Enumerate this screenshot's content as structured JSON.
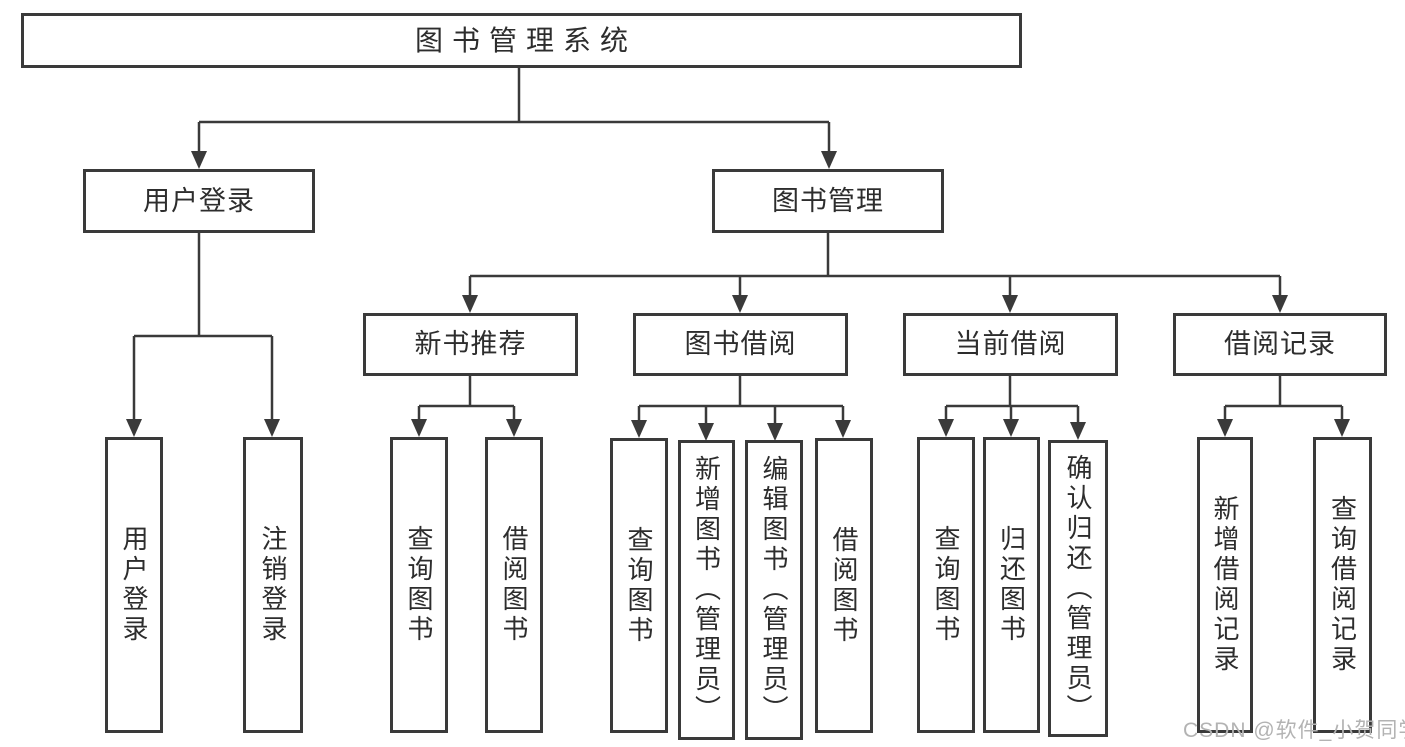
{
  "nodes": {
    "root": {
      "label": "图书管理系统"
    },
    "user_login": {
      "label": "用户登录"
    },
    "book_mgmt": {
      "label": "图书管理"
    },
    "new_book_rec": {
      "label": "新书推荐"
    },
    "book_borrow": {
      "label": "图书借阅"
    },
    "current_borrow": {
      "label": "当前借阅"
    },
    "borrow_record": {
      "label": "借阅记录"
    },
    "leaf_user_login": {
      "label": "用户登录"
    },
    "leaf_logout": {
      "label": "注销登录"
    },
    "leaf_query_book_1": {
      "label": "查询图书"
    },
    "leaf_borrow_book_1": {
      "label": "借阅图书"
    },
    "leaf_query_book_2": {
      "label": "查询图书"
    },
    "leaf_add_book": {
      "label": "新增图书（管理员）"
    },
    "leaf_edit_book": {
      "label": "编辑图书（管理员）"
    },
    "leaf_borrow_book_2": {
      "label": "借阅图书"
    },
    "leaf_query_book_3": {
      "label": "查询图书"
    },
    "leaf_return_book": {
      "label": "归还图书"
    },
    "leaf_confirm_return": {
      "label": "确认归还（管理员）"
    },
    "leaf_add_record": {
      "label": "新增借阅记录"
    },
    "leaf_query_record": {
      "label": "查询借阅记录"
    }
  },
  "hierarchy": {
    "图书管理系统": {
      "用户登录": [
        "用户登录",
        "注销登录"
      ],
      "图书管理": {
        "新书推荐": [
          "查询图书",
          "借阅图书"
        ],
        "图书借阅": [
          "查询图书",
          "新增图书（管理员）",
          "编辑图书（管理员）",
          "借阅图书"
        ],
        "当前借阅": [
          "查询图书",
          "归还图书",
          "确认归还（管理员）"
        ],
        "借阅记录": [
          "新增借阅记录",
          "查询借阅记录"
        ]
      }
    }
  },
  "watermark": {
    "text": "CSDN @软件_小贺同学"
  },
  "colors": {
    "line": "#3a3a3a",
    "text": "#2d2d2d",
    "background": "#ffffff",
    "watermark": "#b3b3b3"
  }
}
